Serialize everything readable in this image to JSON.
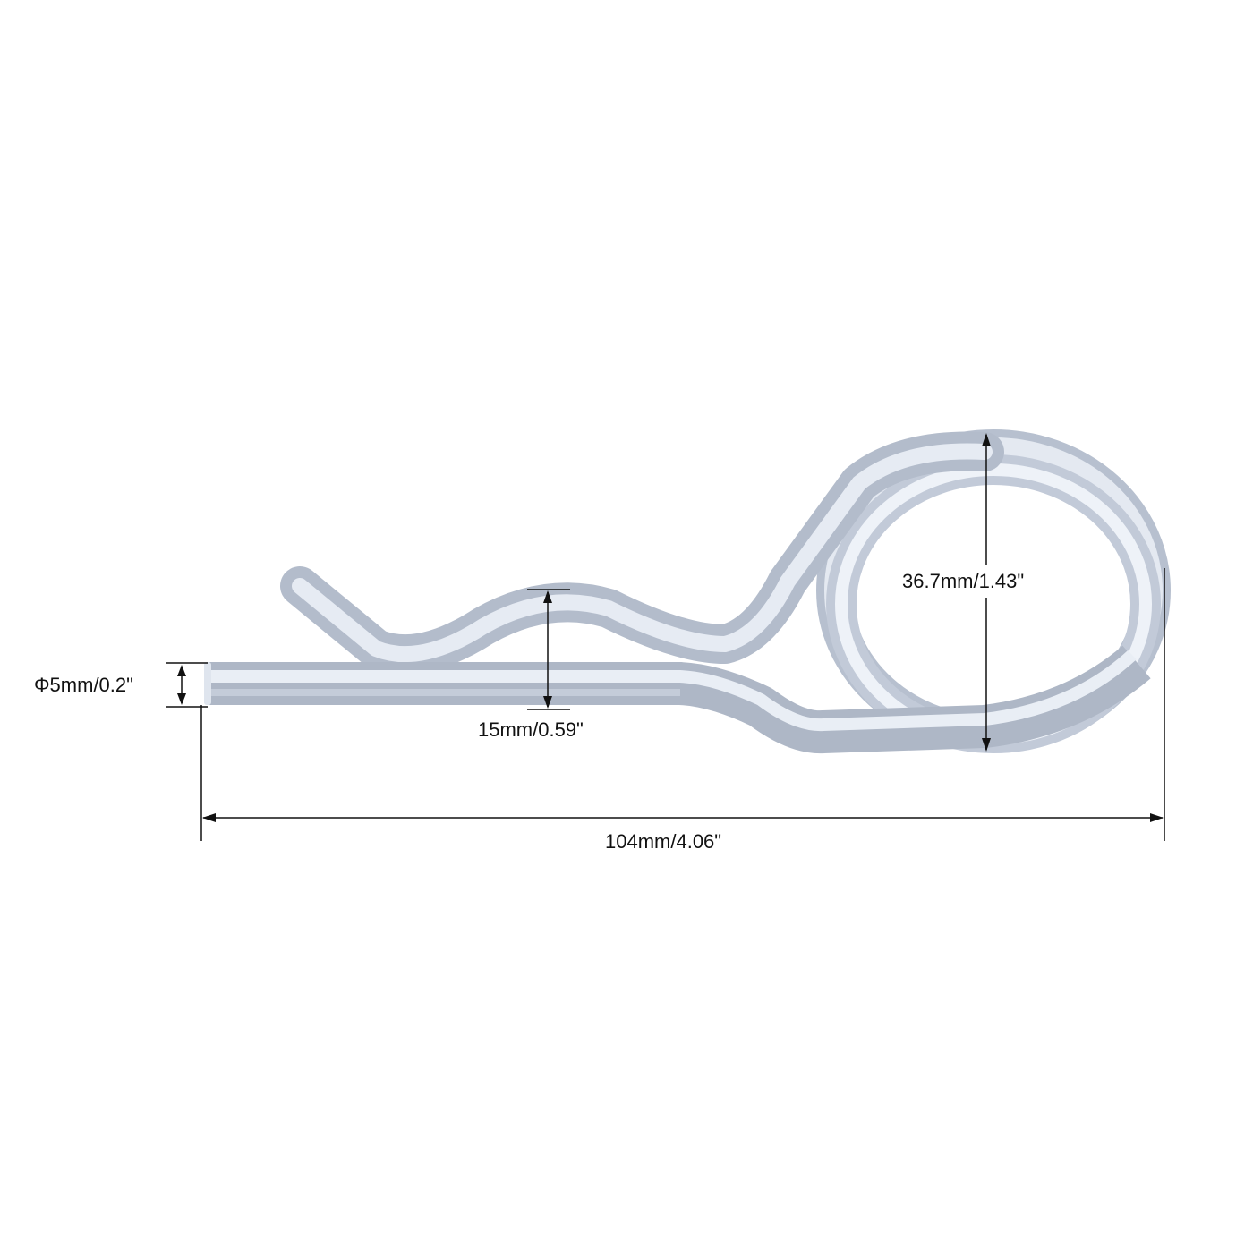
{
  "product": {
    "name": "R-clip hitch pin (double loop)",
    "material_color": "#d6dde8",
    "shadow_color": "#9aa3b3"
  },
  "dimensions": {
    "wire_diameter": {
      "label": "Φ5mm/0.2\""
    },
    "gap_height": {
      "label": "15mm/0.59\""
    },
    "loop_height": {
      "label": "36.7mm/1.43\""
    },
    "overall_length": {
      "label": "104mm/4.06\""
    }
  },
  "colors": {
    "background": "#ffffff",
    "dimension_line": "#111111",
    "text": "#111111"
  }
}
